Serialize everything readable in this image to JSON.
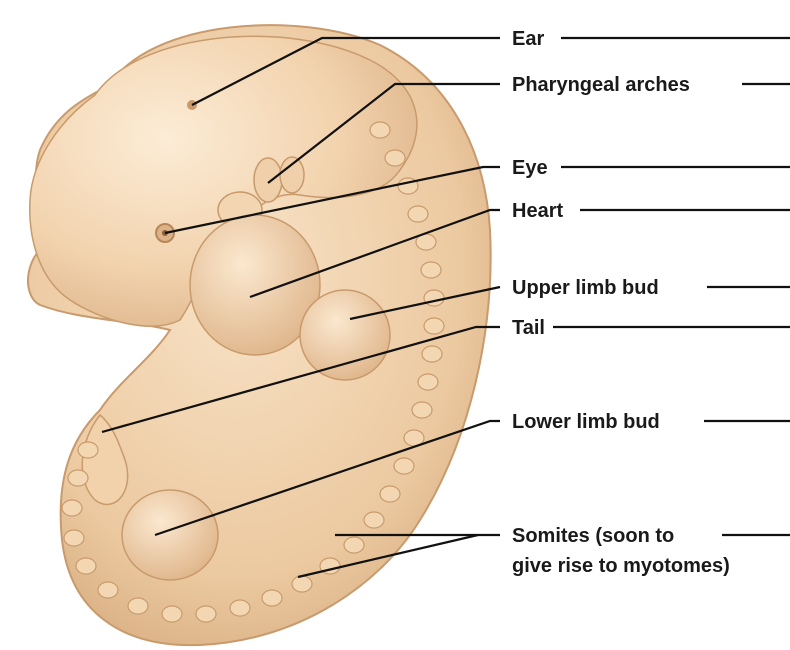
{
  "labels": {
    "ear": "Ear",
    "pharyngeal_arches": "Pharyngeal arches",
    "eye": "Eye",
    "heart": "Heart",
    "upper_limb_bud": "Upper limb bud",
    "tail": "Tail",
    "lower_limb_bud": "Lower limb bud",
    "somites_line1": "Somites (soon to",
    "somites_line2": "give rise to myotomes)"
  },
  "colors": {
    "skin_light": "#f7e1c4",
    "skin_mid": "#ecc9a0",
    "skin_shadow": "#d4a97c",
    "leader_line": "#111111"
  }
}
